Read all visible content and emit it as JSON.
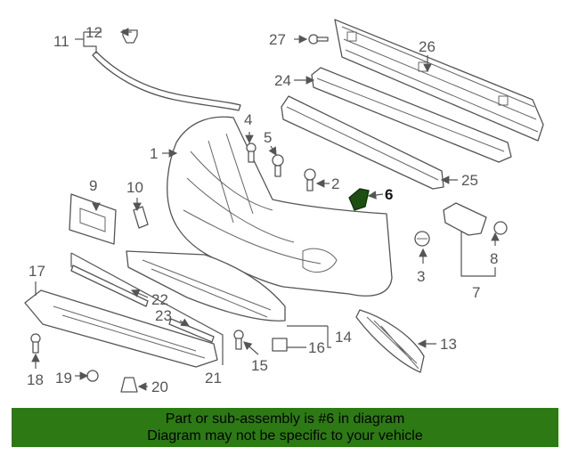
{
  "diagram": {
    "highlighted_part": "6",
    "callouts": {
      "c1": "1",
      "c2": "2",
      "c3": "3",
      "c4": "4",
      "c5": "5",
      "c6": "6",
      "c7": "7",
      "c8": "8",
      "c9": "9",
      "c10": "10",
      "c11": "11",
      "c12": "12",
      "c13": "13",
      "c14": "14",
      "c15": "15",
      "c16": "16",
      "c17": "17",
      "c18": "18",
      "c19": "19",
      "c20": "20",
      "c21": "21",
      "c22": "22",
      "c23": "23",
      "c24": "24",
      "c25": "25",
      "c26": "26",
      "c27": "27"
    }
  },
  "banner": {
    "line1": "Part or sub-assembly is #6 in diagram",
    "line2": "Diagram may not be specific to your vehicle",
    "color": "#2d7a14"
  }
}
